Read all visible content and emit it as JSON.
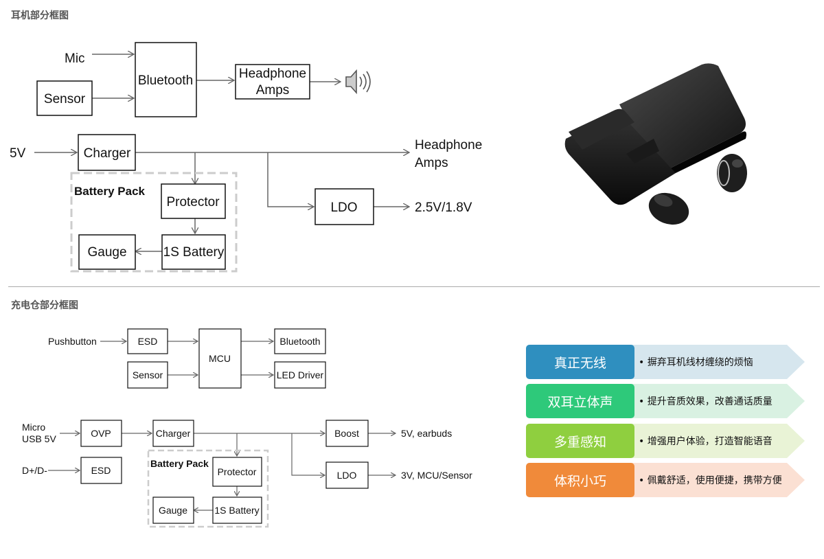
{
  "earbuds_section": {
    "title": "耳机部分框图",
    "blocks": {
      "bluetooth": "Bluetooth",
      "headphone_amps_line1": "Headphone",
      "headphone_amps_line2": "Amps",
      "sensor": "Sensor",
      "charger": "Charger",
      "protector": "Protector",
      "gauge": "Gauge",
      "battery": "1S Battery",
      "ldo": "LDO"
    },
    "labels": {
      "mic": "Mic",
      "input_5v": "5V",
      "out_amps_line1": "Headphone",
      "out_amps_line2": "Amps",
      "battery_pack": "Battery Pack",
      "ldo_out": "2.5V/1.8V"
    }
  },
  "case_section": {
    "title": "充电仓部分框图",
    "blocks": {
      "esd_top": "ESD",
      "sensor": "Sensor",
      "mcu": "MCU",
      "bluetooth": "Bluetooth",
      "led_driver": "LED Driver",
      "ovp": "OVP",
      "esd_bottom": "ESD",
      "charger": "Charger",
      "protector": "Protector",
      "gauge": "Gauge",
      "battery": "1S Battery",
      "boost": "Boost",
      "ldo": "LDO"
    },
    "labels": {
      "pushbutton": "Pushbutton",
      "micro_usb_line1": "Micro",
      "micro_usb_line2": "USB 5V",
      "d_plus_minus": "D+/D-",
      "battery_pack": "Battery Pack",
      "boost_out": "5V, earbuds",
      "ldo_out": "3V, MCU/Sensor"
    }
  },
  "features": [
    {
      "title": "真正无线",
      "desc": "• 摒弃耳机线材缠绕的烦恼",
      "color": "#2f8fbf",
      "band": "#d6e6ee"
    },
    {
      "title": "双耳立体声",
      "desc": "• 提升音质效果，改善通话质量",
      "color": "#2ec97a",
      "band": "#d9f1e2"
    },
    {
      "title": "多重感知",
      "desc": "• 增强用户体验，打造智能语音",
      "color": "#8fcf3f",
      "band": "#e9f3d6"
    },
    {
      "title": "体积小巧",
      "desc": "• 佩戴舒适，使用便捷，携带方便",
      "color": "#f08a3a",
      "band": "#fbe0d3"
    }
  ]
}
